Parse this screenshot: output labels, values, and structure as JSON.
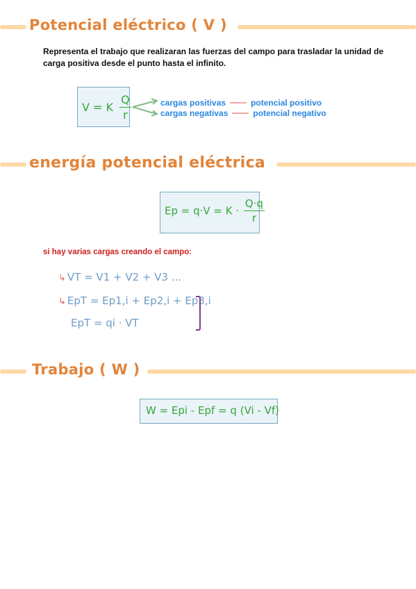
{
  "sections": {
    "potencial": {
      "title": "Potencial eléctrico ( V )",
      "description": "Representa el trabajo que realizaran las fuerzas del campo para trasladar la unidad de carga positiva desde el punto hasta el infinito.",
      "formula": {
        "lhs": "V = K",
        "num": "Q",
        "den": "r"
      },
      "rules": [
        {
          "charge": "cargas positivas",
          "result": "potencial positivo"
        },
        {
          "charge": "cargas negativas",
          "result": "potencial negativo"
        }
      ]
    },
    "energia": {
      "title": "energía potencial eléctrica",
      "formula": {
        "lhs": "Ep = q·V = K ·",
        "num": "Q·q",
        "den": "r"
      },
      "note": "si hay varias cargas creando el campo:",
      "sum_potential": "VT = V1 + V2 + V3 ...",
      "sum_energy": "EpT = Ep1,i + Ep2,i + Ep3,i",
      "energy_total": "EpT = qi · VT"
    },
    "trabajo": {
      "title": "Trabajo ( W )",
      "formula": "W = Epi - Epf = q (Vi - Vf)"
    }
  },
  "colors": {
    "title": "#e2843a",
    "title_line": "#fdd9a4",
    "formula_text": "#3aa53c",
    "formula_box_border": "#77a9c2",
    "formula_box_fill": "#eaf4f8",
    "rule_text": "#2b86e0",
    "note_text": "#cc1f1f",
    "handwritten_eq": "#6f9cc8"
  }
}
